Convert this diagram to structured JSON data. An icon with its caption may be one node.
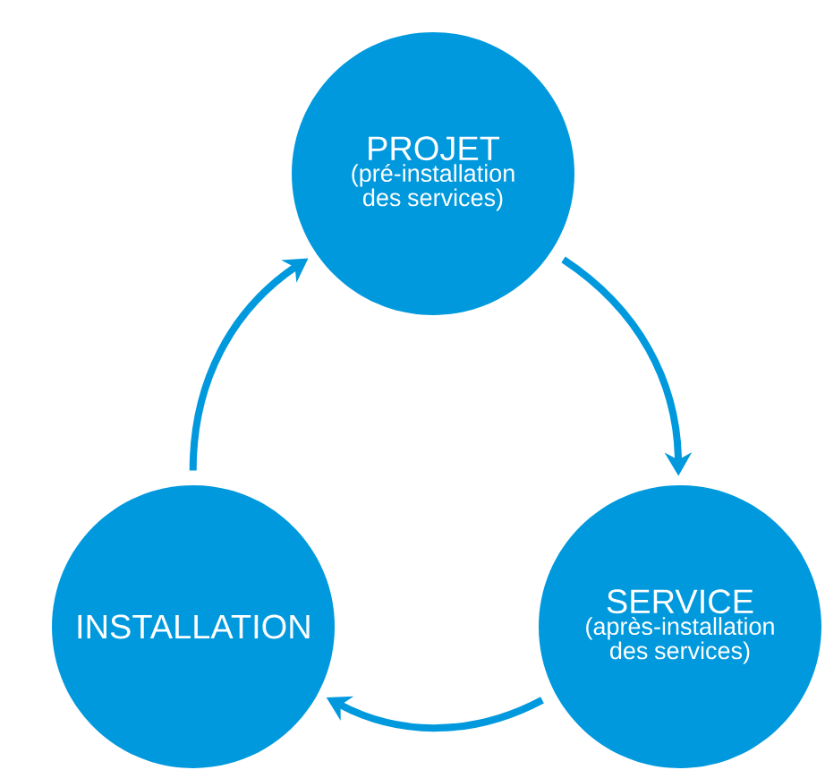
{
  "diagram": {
    "nodes": [
      {
        "text": [
          "PROJET",
          "(pré-installation des services)"
        ]
      },
      {
        "text": [
          "INSTALLATION"
        ]
      },
      {
        "text": [
          "SERVICE",
          "(après-installation des services)"
        ]
      }
    ],
    "edges": [
      {
        "from": 0,
        "to": 2,
        "arrow": "to"
      },
      {
        "from": 2,
        "to": 1,
        "arrow": "to"
      },
      {
        "from": 1,
        "to": 0,
        "arrow": "to"
      }
    ]
  }
}
